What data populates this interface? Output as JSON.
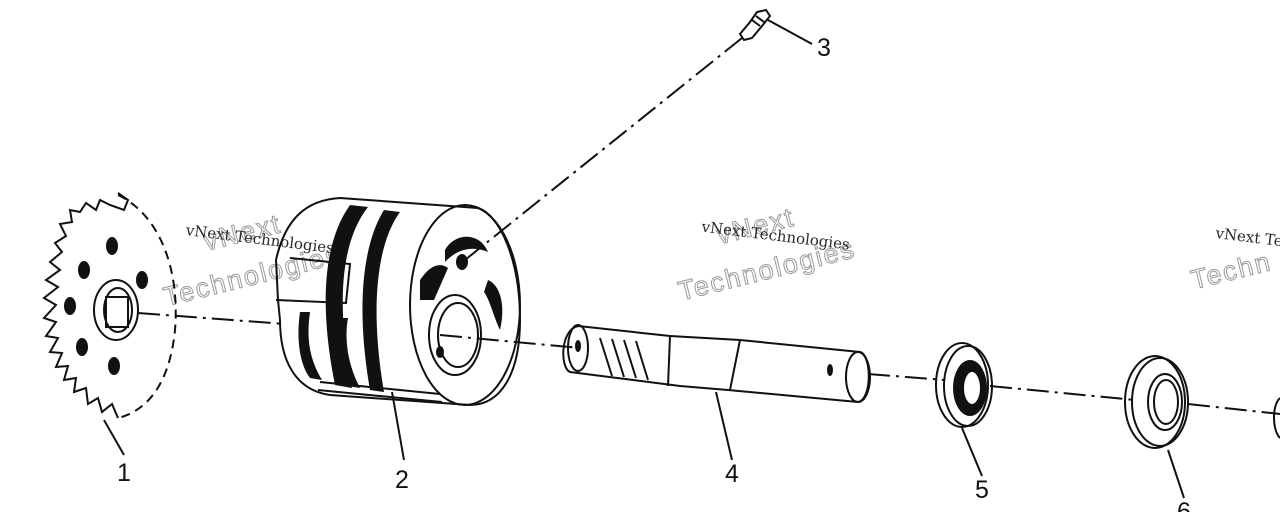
{
  "callouts": [
    {
      "id": "1",
      "label": "1"
    },
    {
      "id": "2",
      "label": "2"
    },
    {
      "id": "3",
      "label": "3"
    },
    {
      "id": "4",
      "label": "4"
    },
    {
      "id": "5",
      "label": "5"
    },
    {
      "id": "6",
      "label": "6"
    }
  ],
  "watermark": {
    "line1": "vNext Technologies",
    "line2": "Technologies",
    "line3": "vNext",
    "line4": "Techn",
    "line5": "vNext Te"
  },
  "colors": {
    "ink": "#111111",
    "background": "#ffffff",
    "watermark": "#9a9a9a"
  }
}
